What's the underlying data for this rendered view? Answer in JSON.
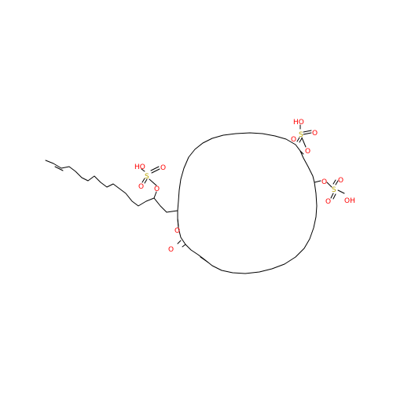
{
  "atom_labels": {
    "o_top_ester": "O",
    "s_top": "S",
    "o_top_dbl_a": "O",
    "o_top_dbl_b": "O",
    "oh_top": "HO",
    "o_right_ester": "O",
    "s_right": "S",
    "o_right_dbl_a": "O",
    "o_right_dbl_b": "O",
    "oh_right": "OH",
    "o_left_ester": "O",
    "s_left": "S",
    "o_left_dbl_a": "O",
    "o_left_dbl_b": "O",
    "oh_left": "HO",
    "o_ring": "O",
    "o_carbonyl": "O"
  },
  "colors": {
    "bond": "#000000",
    "oxygen": "#ff0000",
    "sulfur": "#b8a400",
    "background": "#ffffff"
  }
}
